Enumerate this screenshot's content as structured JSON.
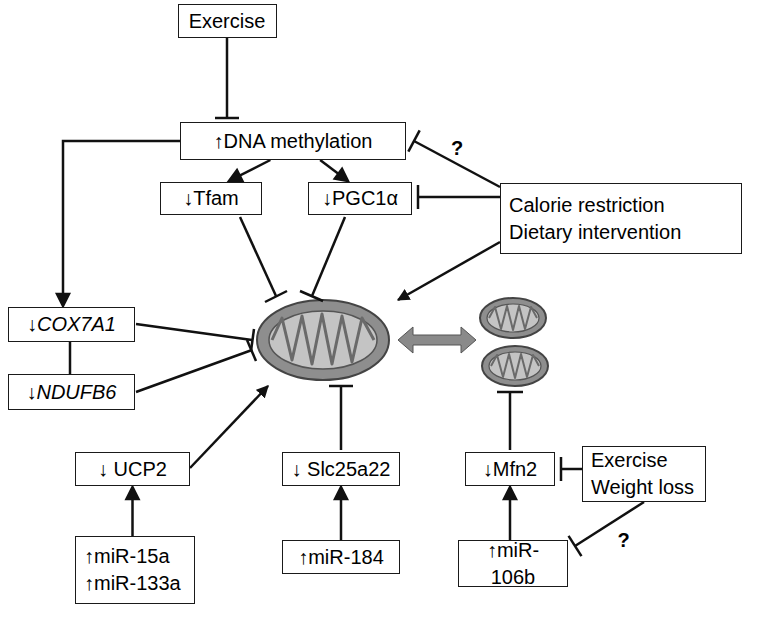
{
  "diagram": {
    "nodes": [
      {
        "text": [
          "Exercise"
        ]
      },
      {
        "text": [
          "↑DNA methylation"
        ]
      },
      {
        "text": [
          "↓Tfam"
        ]
      },
      {
        "text": [
          "↓PGC1α"
        ]
      },
      {
        "text": [
          "Calorie restriction Dietary intervention"
        ]
      },
      {
        "text": [
          "↓COX7A1"
        ]
      },
      {
        "text": [
          "↓NDUFB6"
        ]
      },
      {
        "text": [
          "↓ UCP2"
        ]
      },
      {
        "text": [
          "↓ Slc25a22"
        ]
      },
      {
        "text": [
          "↓Mfn2"
        ]
      },
      {
        "text": [
          "Exercise Weight loss"
        ]
      },
      {
        "text": [
          "↑miR-15a ↑miR-133a"
        ]
      },
      {
        "text": [
          "↑miR-184"
        ]
      },
      {
        "text": [
          "↑miR-106b"
        ]
      }
    ],
    "edges": [
      {
        "from": 0,
        "to": 1,
        "arrow": "to"
      },
      {
        "from": 1,
        "to": 2,
        "arrow": "to"
      },
      {
        "from": 1,
        "to": 3,
        "arrow": "to"
      },
      {
        "from": 1,
        "to": 5,
        "arrow": "to"
      },
      {
        "from": 4,
        "to": 1,
        "label": "?",
        "arrow": "to"
      },
      {
        "from": 4,
        "to": 3,
        "arrow": "to"
      },
      {
        "from": 5,
        "to": 6,
        "arrow": "none"
      },
      {
        "from": 11,
        "to": 7,
        "arrow": "to"
      },
      {
        "from": 12,
        "to": 8,
        "arrow": "to"
      },
      {
        "from": 13,
        "to": 9,
        "arrow": "to"
      },
      {
        "from": 10,
        "to": 9,
        "arrow": "to"
      },
      {
        "from": 10,
        "to": 13,
        "label": "?",
        "arrow": "to"
      }
    ]
  }
}
